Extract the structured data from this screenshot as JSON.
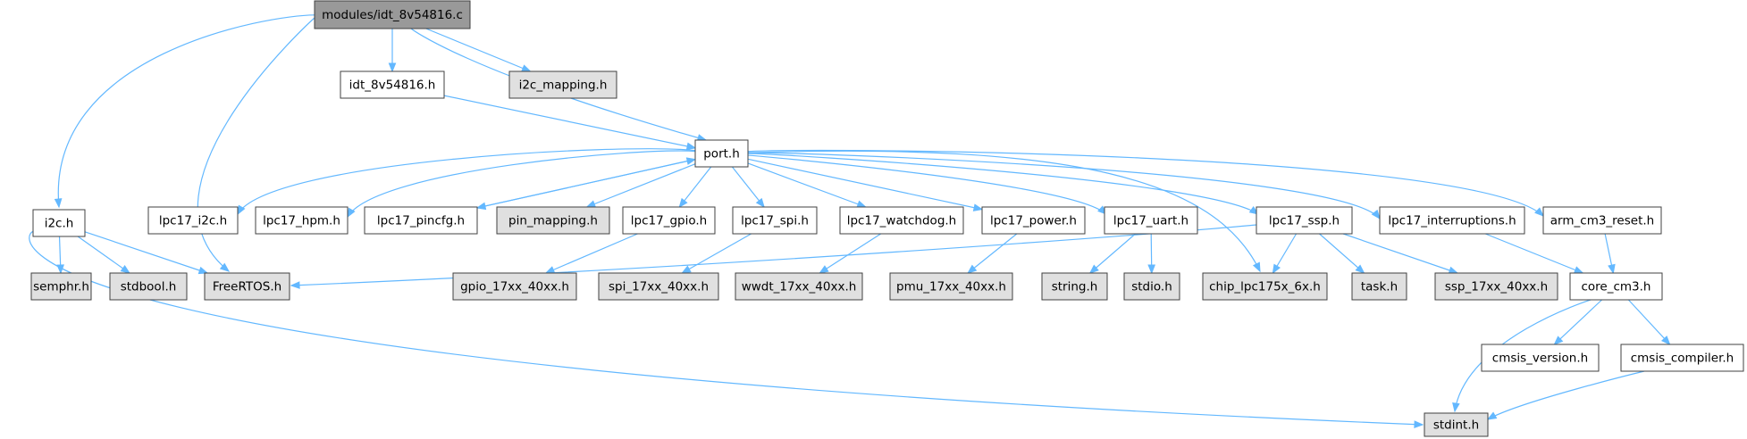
{
  "colors": {
    "edge": "#63b8ff",
    "node_border": "#404040",
    "node_plain": "#ffffff",
    "node_system": "#e0e0e0",
    "node_root": "#999999"
  },
  "nodes": {
    "root": {
      "label": "modules/idt_8v54816.c",
      "style": "root"
    },
    "i2c_h": {
      "label": "i2c.h",
      "style": "plain"
    },
    "idt_h": {
      "label": "idt_8v54816.h",
      "style": "plain"
    },
    "i2c_mapping": {
      "label": "i2c_mapping.h",
      "style": "system"
    },
    "port_h": {
      "label": "port.h",
      "style": "plain"
    },
    "lpc17_i2c": {
      "label": "lpc17_i2c.h",
      "style": "plain"
    },
    "lpc17_hpm": {
      "label": "lpc17_hpm.h",
      "style": "plain"
    },
    "lpc17_pincfg": {
      "label": "lpc17_pincfg.h",
      "style": "plain"
    },
    "pin_mapping": {
      "label": "pin_mapping.h",
      "style": "system"
    },
    "lpc17_gpio": {
      "label": "lpc17_gpio.h",
      "style": "plain"
    },
    "lpc17_spi": {
      "label": "lpc17_spi.h",
      "style": "plain"
    },
    "lpc17_watchdog": {
      "label": "lpc17_watchdog.h",
      "style": "plain"
    },
    "lpc17_power": {
      "label": "lpc17_power.h",
      "style": "plain"
    },
    "lpc17_uart": {
      "label": "lpc17_uart.h",
      "style": "plain"
    },
    "lpc17_ssp": {
      "label": "lpc17_ssp.h",
      "style": "plain"
    },
    "lpc17_interruptions": {
      "label": "lpc17_interruptions.h",
      "style": "plain"
    },
    "arm_cm3_reset": {
      "label": "arm_cm3_reset.h",
      "style": "plain"
    },
    "semphr": {
      "label": "semphr.h",
      "style": "system"
    },
    "stdbool": {
      "label": "stdbool.h",
      "style": "system"
    },
    "freertos": {
      "label": "FreeRTOS.h",
      "style": "system"
    },
    "gpio_17xx": {
      "label": "gpio_17xx_40xx.h",
      "style": "system"
    },
    "spi_17xx": {
      "label": "spi_17xx_40xx.h",
      "style": "system"
    },
    "wwdt_17xx": {
      "label": "wwdt_17xx_40xx.h",
      "style": "system"
    },
    "pmu_17xx": {
      "label": "pmu_17xx_40xx.h",
      "style": "system"
    },
    "string_h": {
      "label": "string.h",
      "style": "system"
    },
    "stdio_h": {
      "label": "stdio.h",
      "style": "system"
    },
    "chip_lpc175x": {
      "label": "chip_lpc175x_6x.h",
      "style": "system"
    },
    "task_h": {
      "label": "task.h",
      "style": "system"
    },
    "ssp_17xx": {
      "label": "ssp_17xx_40xx.h",
      "style": "system"
    },
    "core_cm3": {
      "label": "core_cm3.h",
      "style": "plain"
    },
    "cmsis_version": {
      "label": "cmsis_version.h",
      "style": "plain"
    },
    "cmsis_compiler": {
      "label": "cmsis_compiler.h",
      "style": "plain"
    },
    "stdint": {
      "label": "stdint.h",
      "style": "system"
    }
  },
  "edges": [
    {
      "from": "root",
      "to": "i2c_h"
    },
    {
      "from": "root",
      "to": "freertos"
    },
    {
      "from": "root",
      "to": "idt_h"
    },
    {
      "from": "root",
      "to": "port_h"
    },
    {
      "from": "root",
      "to": "i2c_mapping"
    },
    {
      "from": "idt_h",
      "to": "port_h"
    },
    {
      "from": "i2c_h",
      "to": "semphr"
    },
    {
      "from": "i2c_h",
      "to": "stdbool"
    },
    {
      "from": "i2c_h",
      "to": "freertos"
    },
    {
      "from": "i2c_h",
      "to": "stdint"
    },
    {
      "from": "port_h",
      "to": "lpc17_i2c"
    },
    {
      "from": "port_h",
      "to": "lpc17_hpm"
    },
    {
      "from": "port_h",
      "to": "lpc17_pincfg"
    },
    {
      "from": "lpc17_pincfg",
      "to": "port_h"
    },
    {
      "from": "port_h",
      "to": "pin_mapping"
    },
    {
      "from": "port_h",
      "to": "lpc17_gpio"
    },
    {
      "from": "port_h",
      "to": "lpc17_spi"
    },
    {
      "from": "port_h",
      "to": "lpc17_watchdog"
    },
    {
      "from": "port_h",
      "to": "lpc17_power"
    },
    {
      "from": "port_h",
      "to": "lpc17_uart"
    },
    {
      "from": "port_h",
      "to": "lpc17_ssp"
    },
    {
      "from": "port_h",
      "to": "lpc17_interruptions"
    },
    {
      "from": "port_h",
      "to": "arm_cm3_reset"
    },
    {
      "from": "port_h",
      "to": "chip_lpc175x"
    },
    {
      "from": "lpc17_gpio",
      "to": "gpio_17xx"
    },
    {
      "from": "lpc17_spi",
      "to": "spi_17xx"
    },
    {
      "from": "lpc17_watchdog",
      "to": "wwdt_17xx"
    },
    {
      "from": "lpc17_power",
      "to": "pmu_17xx"
    },
    {
      "from": "lpc17_uart",
      "to": "string_h"
    },
    {
      "from": "lpc17_uart",
      "to": "stdio_h"
    },
    {
      "from": "lpc17_ssp",
      "to": "freertos"
    },
    {
      "from": "lpc17_ssp",
      "to": "chip_lpc175x"
    },
    {
      "from": "lpc17_ssp",
      "to": "task_h"
    },
    {
      "from": "lpc17_ssp",
      "to": "ssp_17xx"
    },
    {
      "from": "lpc17_interruptions",
      "to": "core_cm3"
    },
    {
      "from": "arm_cm3_reset",
      "to": "core_cm3"
    },
    {
      "from": "core_cm3",
      "to": "stdint"
    },
    {
      "from": "core_cm3",
      "to": "cmsis_version"
    },
    {
      "from": "core_cm3",
      "to": "cmsis_compiler"
    },
    {
      "from": "cmsis_compiler",
      "to": "stdint"
    }
  ]
}
